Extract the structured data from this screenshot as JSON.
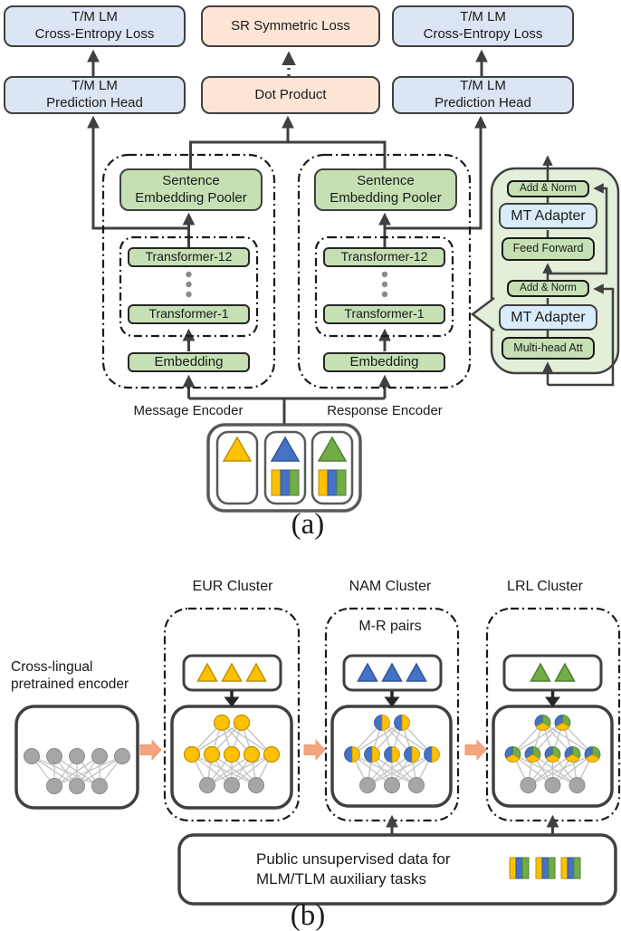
{
  "part_a": {
    "loss_tm": "T/M LM\nCross-Entropy Loss",
    "loss_sr": "SR Symmetric Loss",
    "head_tm": "T/M LM\nPrediction Head",
    "dot_product": "Dot Product",
    "pooler": "Sentence\nEmbedding Pooler",
    "transformer_top": "Transformer-12",
    "transformer_bottom": "Transformer-1",
    "embedding": "Embedding",
    "message_encoder": "Message Encoder",
    "response_encoder": "Response Encoder",
    "caption": "(a)",
    "adapter": {
      "add_norm": "Add & Norm",
      "mt_adapter": "MT Adapter",
      "feed_forward": "Feed Forward",
      "multi_head": "Multi-head Att"
    }
  },
  "part_b": {
    "eur_cluster": "EUR Cluster",
    "nam_cluster": "NAM Cluster",
    "lrl_cluster": "LRL Cluster",
    "mr_pairs": "M-R pairs",
    "pretrained_encoder": "Cross-lingual\npretrained encoder",
    "public_data": "Public unsupervised data for\nMLM/TLM auxiliary tasks",
    "caption": "(b)"
  },
  "colors": {
    "loss_box_blue": "#dbe5f3",
    "loss_box_peach": "#fce5d5",
    "green_box": "#c6e0b4",
    "adapter_panel": "#e3efd9",
    "adapter_blue": "#d9ecf9",
    "line": "#404040",
    "yellow": "#FFC000",
    "yellow_dark": "#BF9000",
    "blue": "#4472C4",
    "blue_dark": "#2F5597",
    "green": "#70AD47",
    "green_dark": "#507E32",
    "gray_node": "#A6A6A6",
    "gray_node_dark": "#8C8C8C",
    "net_edge": "#C6C6C6",
    "peach_arrow": "#F4A580",
    "peach_arrow_dark": "#ED9A70"
  }
}
